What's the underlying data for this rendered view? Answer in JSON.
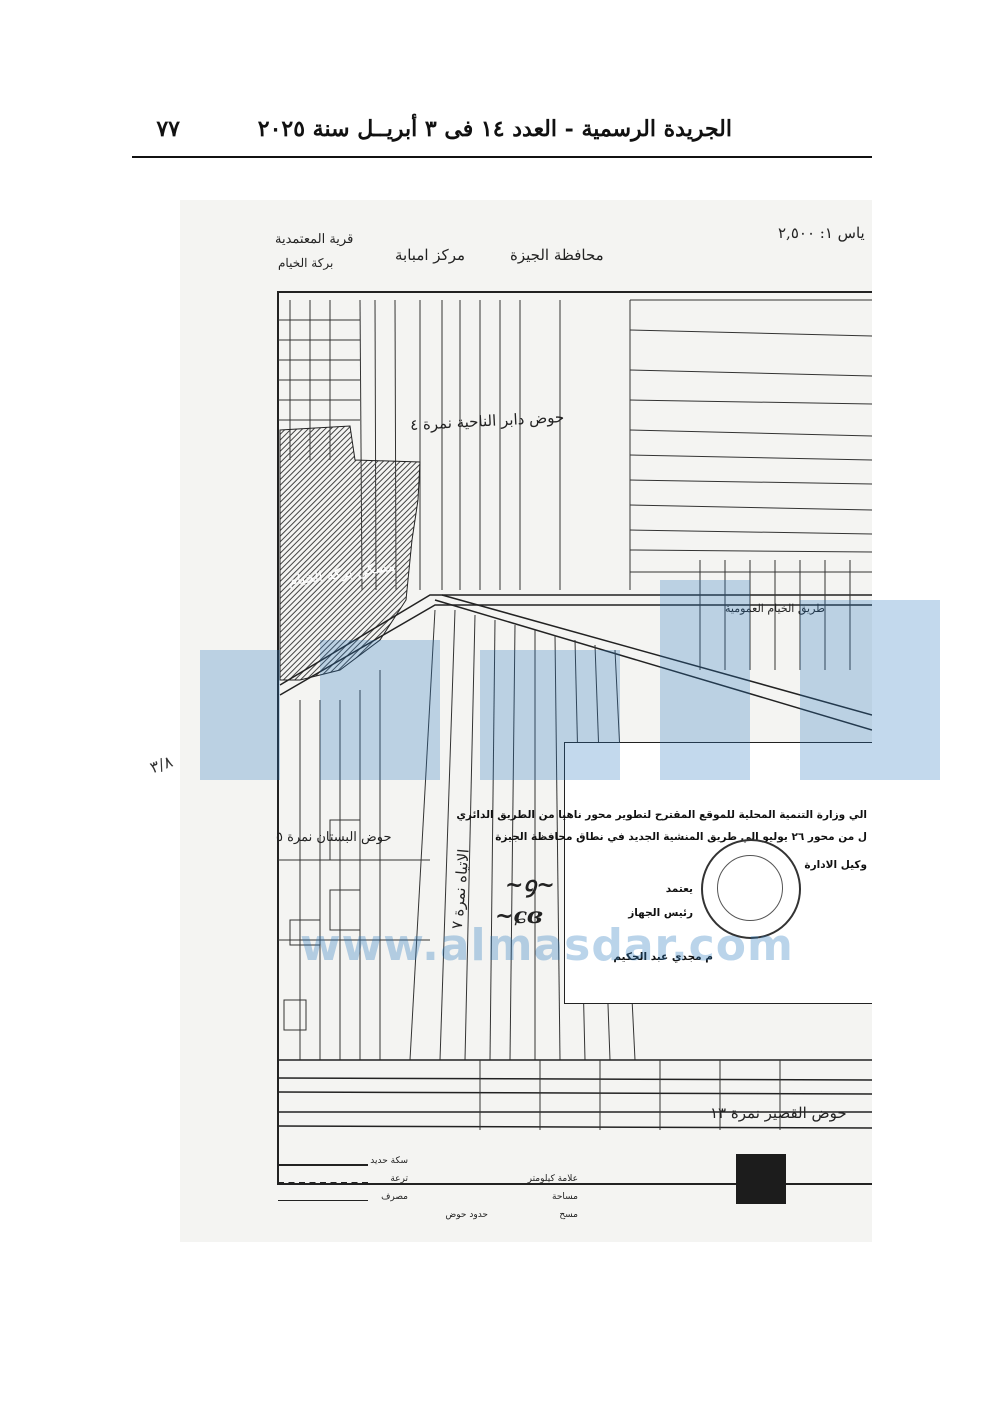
{
  "header": {
    "title": "الجريدة الرسمية - العدد ١٤ فى ٣ أبريــل سنة ٢٠٢٥",
    "page_number": "٧٧"
  },
  "map": {
    "scale": "ياس ١: ٢,٥٠٠",
    "governorate": "محافظة الجيزة",
    "markaz": "مركز امبابة",
    "village": "قرية المعتمدية",
    "village_sub": "بركة الخيام",
    "hod_top": "حوض دابر الناحية نمرة ٤",
    "settlement": "مسكن بركة الخيام",
    "hod_garden": "حوض البستان نمرة ٥",
    "hod_left": "الاتياه نمرة ٧",
    "hod_bottom": "حوض القصير نمرة ١٣",
    "road_label": "طريق الخيام العمومية"
  },
  "stamp": {
    "line1": "الي وزارة التنمية المحلية للموقع المقترح لتطوير محور ناهيا من الطريق الدائري",
    "line2": "ل من محور ٢٦ يوليو الي طريق المنشية الجديد في نطاق محافظة الجيزة",
    "line3": "وكيل الادارة",
    "line4": "يعتمد",
    "line5": "رئيس الجهاز",
    "line6": "م مجدي عبد الحكيم"
  },
  "legend": {
    "items": [
      "سكة حديد",
      "ترعة",
      "مصرف",
      "حدود حوض",
      "علامة كيلومتر",
      "مسح",
      "مساحة"
    ]
  },
  "watermark": {
    "url": "www.almasdar.com"
  },
  "colors": {
    "watermark": "#2878be"
  }
}
